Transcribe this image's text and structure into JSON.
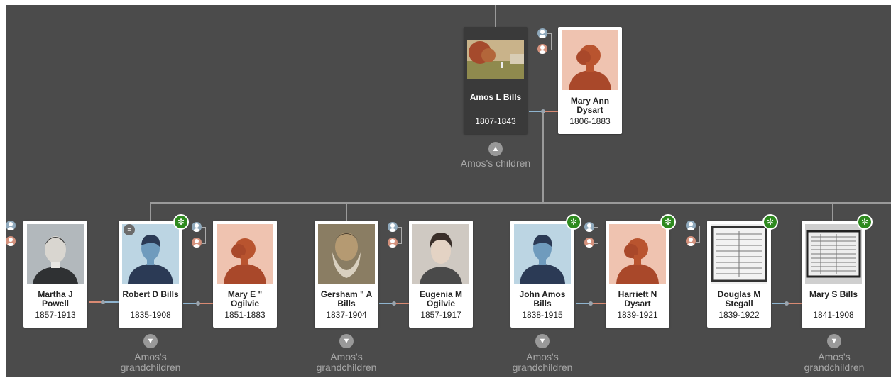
{
  "selected_person": {
    "name": "Amos L Bills",
    "dates": "1807-1843"
  },
  "selected_spouse": {
    "name": "Mary Ann Dysart",
    "dates": "1806-1883"
  },
  "children_label": "Amos's children",
  "children": [
    {
      "name": "Martha J Powell",
      "dates": "1857-1913"
    },
    {
      "name": "Robert D Bills",
      "dates": "1835-1908"
    },
    {
      "name": "Mary E \" Ogilvie",
      "dates": "1851-1883"
    },
    {
      "name": "Gersham \" A Bills",
      "dates": "1837-1904"
    },
    {
      "name": "Eugenia M Ogilvie",
      "dates": "1857-1917"
    },
    {
      "name": "John Amos Bills",
      "dates": "1838-1915"
    },
    {
      "name": "Harriett N Dysart",
      "dates": "1839-1921"
    },
    {
      "name": "Douglas M Stegall",
      "dates": "1839-1922"
    },
    {
      "name": "Mary S Bills",
      "dates": "1841-1908"
    }
  ],
  "grandchildren_label": "Amos's grandchildren",
  "icons": {
    "hint": "leaf-hint-icon",
    "expand_down": "chevron-down-icon",
    "expand_up": "chevron-up-icon",
    "parents": "parents-icon",
    "records": "records-icon"
  },
  "colors": {
    "background": "#4b4b4b",
    "hint_green": "#2e8a1f",
    "male_avatar": "#bcd5e3",
    "female_avatar": "#efc3b0"
  }
}
